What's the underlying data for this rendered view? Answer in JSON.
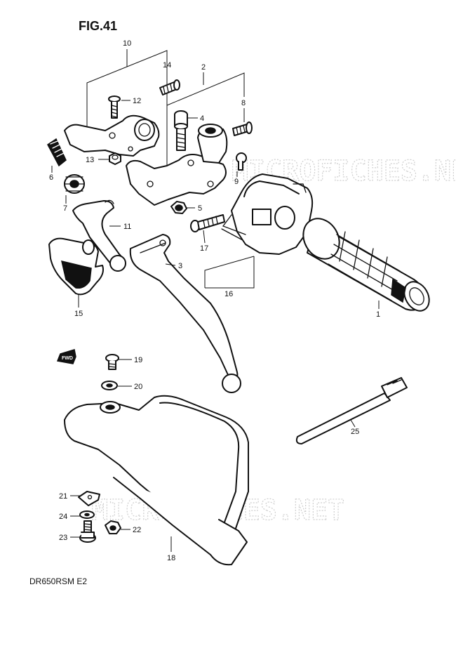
{
  "figure": {
    "title": "FIG.41",
    "model_code": "DR650RSM E2"
  },
  "watermarks": [
    "MICROFICHES.NET",
    "MICROFICHES.NET"
  ],
  "direction_badge": {
    "text": "FWD",
    "icon": "arrow-left-icon"
  },
  "callouts": [
    "1",
    "2",
    "3",
    "4",
    "5",
    "6",
    "7",
    "8",
    "9",
    "10",
    "11",
    "12",
    "13",
    "14",
    "15",
    "16",
    "17",
    "18",
    "19",
    "20",
    "21",
    "22",
    "23",
    "24",
    "25"
  ],
  "colors": {
    "ink": "#111111",
    "background": "#ffffff",
    "watermark": "#cfcfcf"
  }
}
